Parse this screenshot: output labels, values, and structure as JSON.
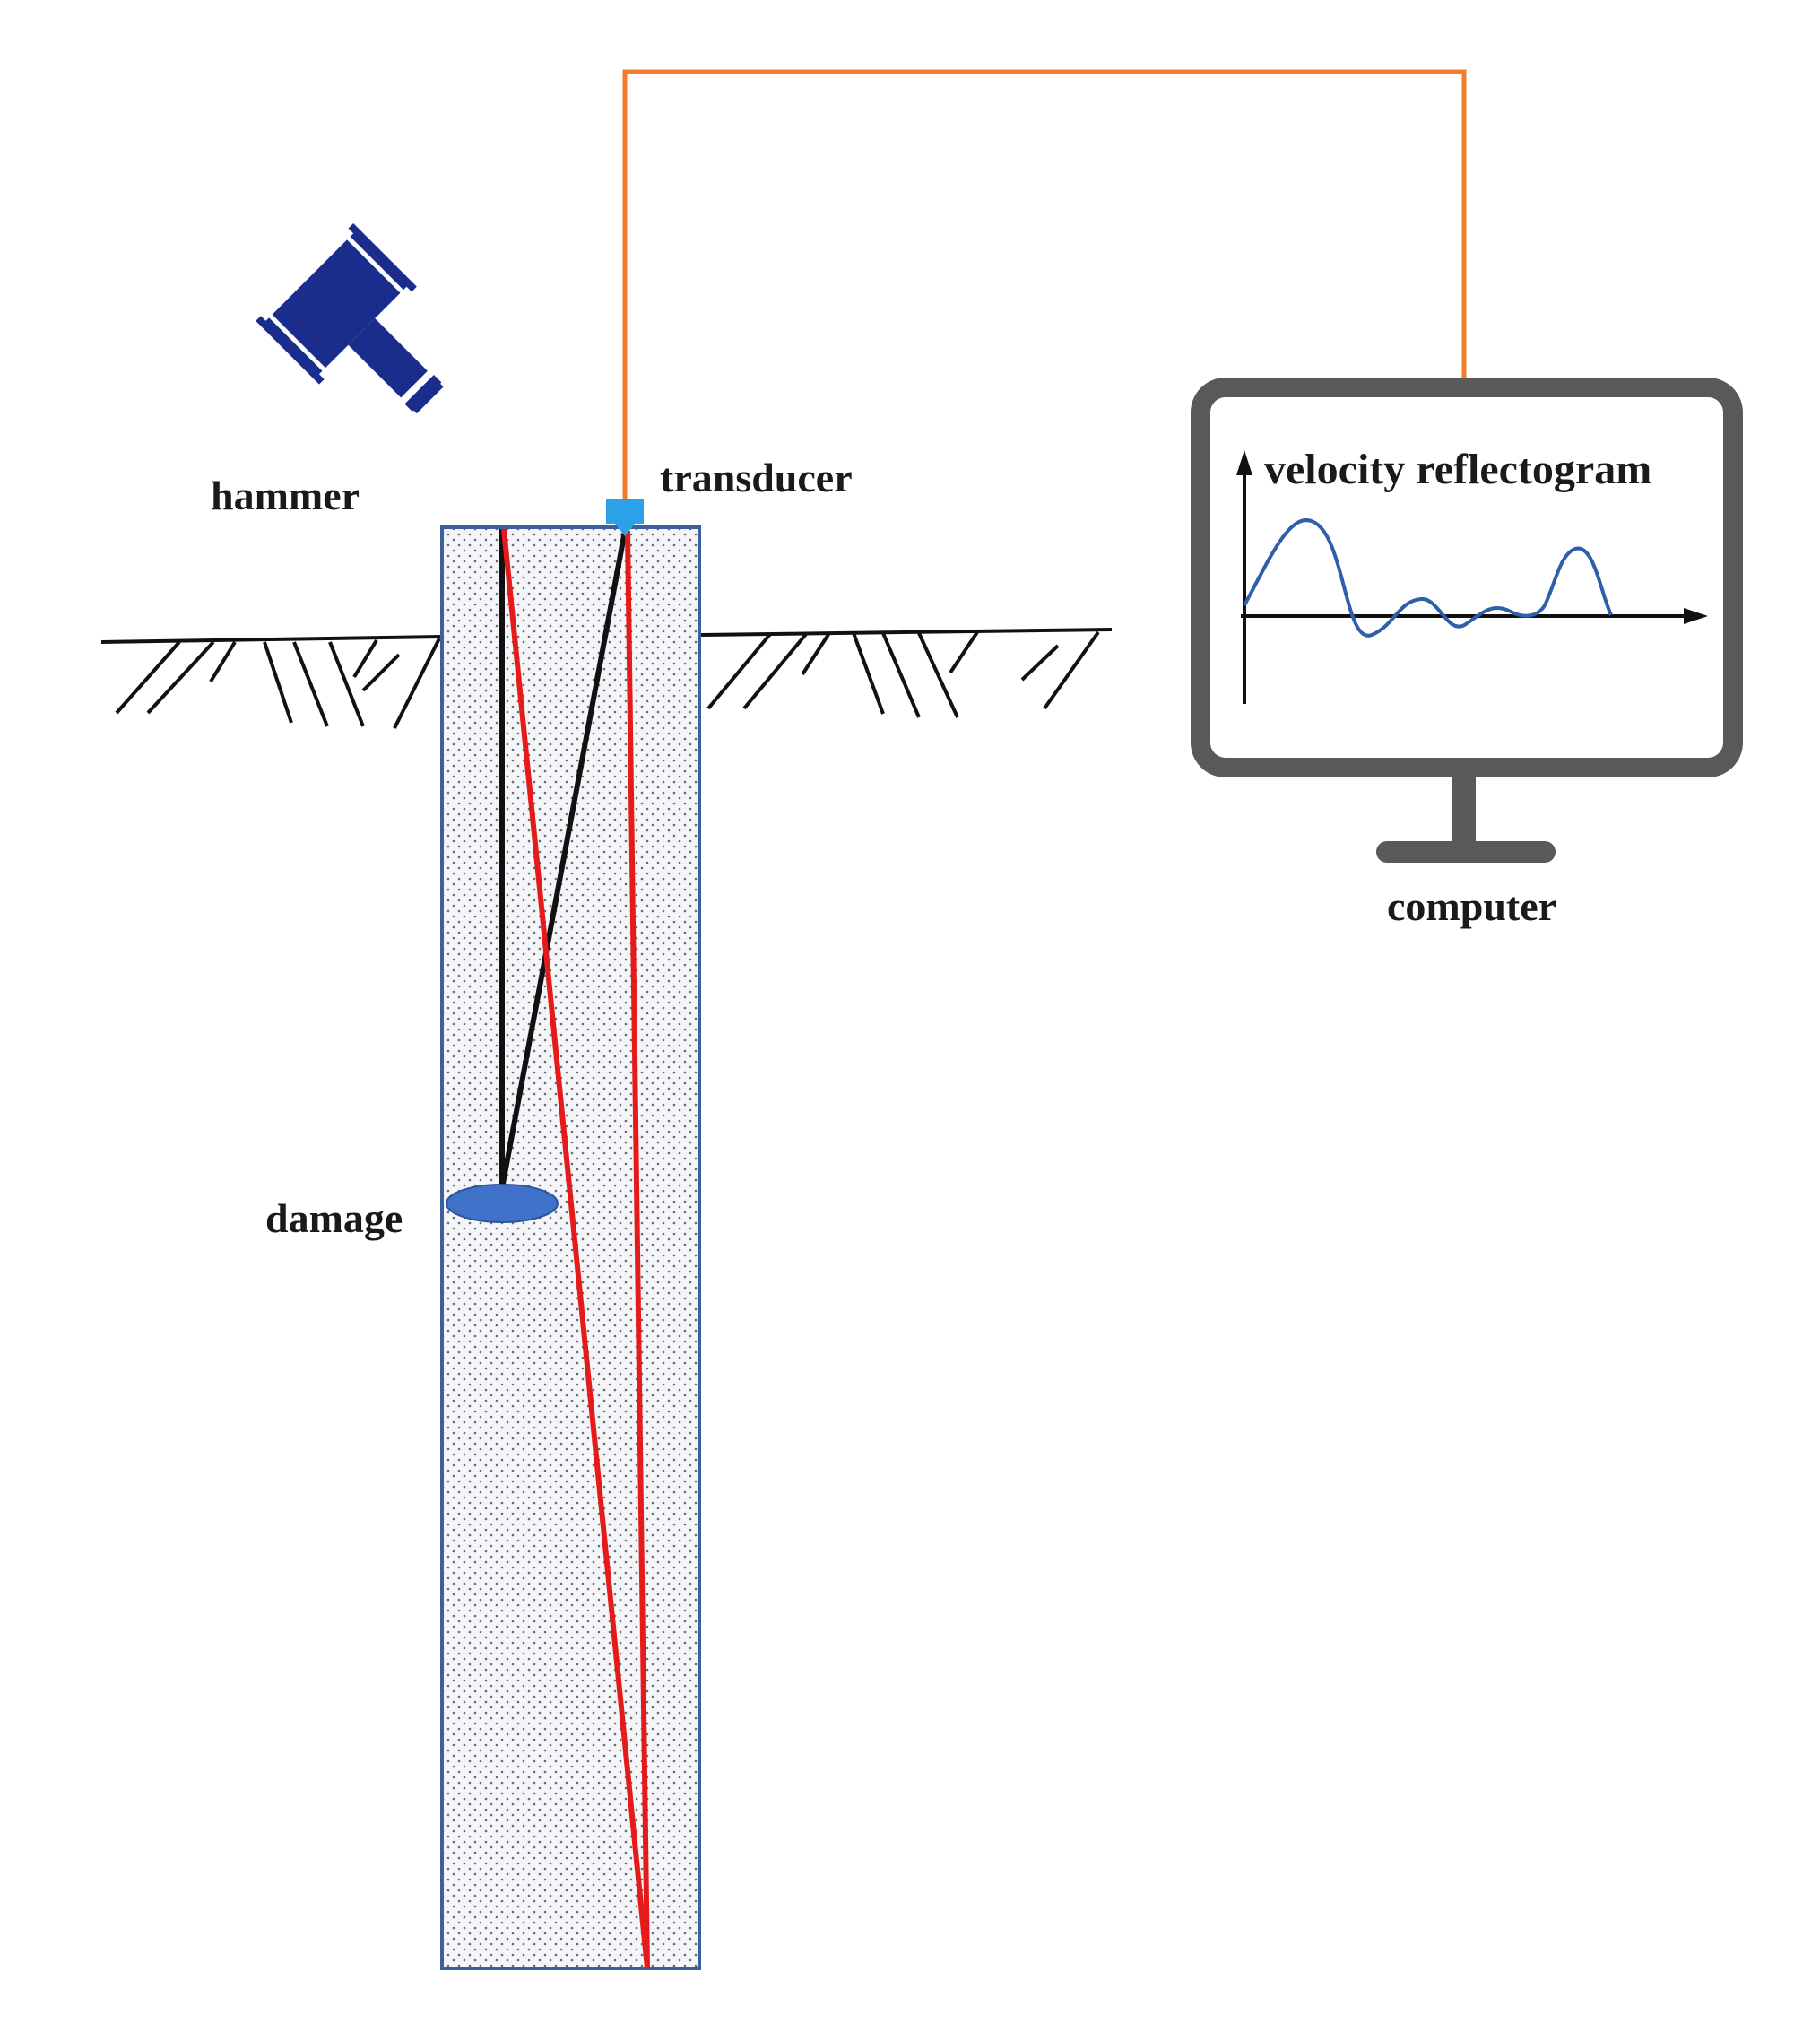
{
  "labels": {
    "hammer": "hammer",
    "transducer": "transducer",
    "damage": "damage",
    "computer": "computer",
    "screen_title": "velocity reflectogram"
  },
  "colors": {
    "hammer": "#1b2d8c",
    "cable": "#f07c2c",
    "transducer": "#2aa1e8",
    "damage": "#3f72c8",
    "pile_border": "#3c5f9e",
    "red_path": "#e51b1b",
    "black_path": "#111111",
    "monitor": "#595959",
    "waveform": "#2f5fa8"
  }
}
